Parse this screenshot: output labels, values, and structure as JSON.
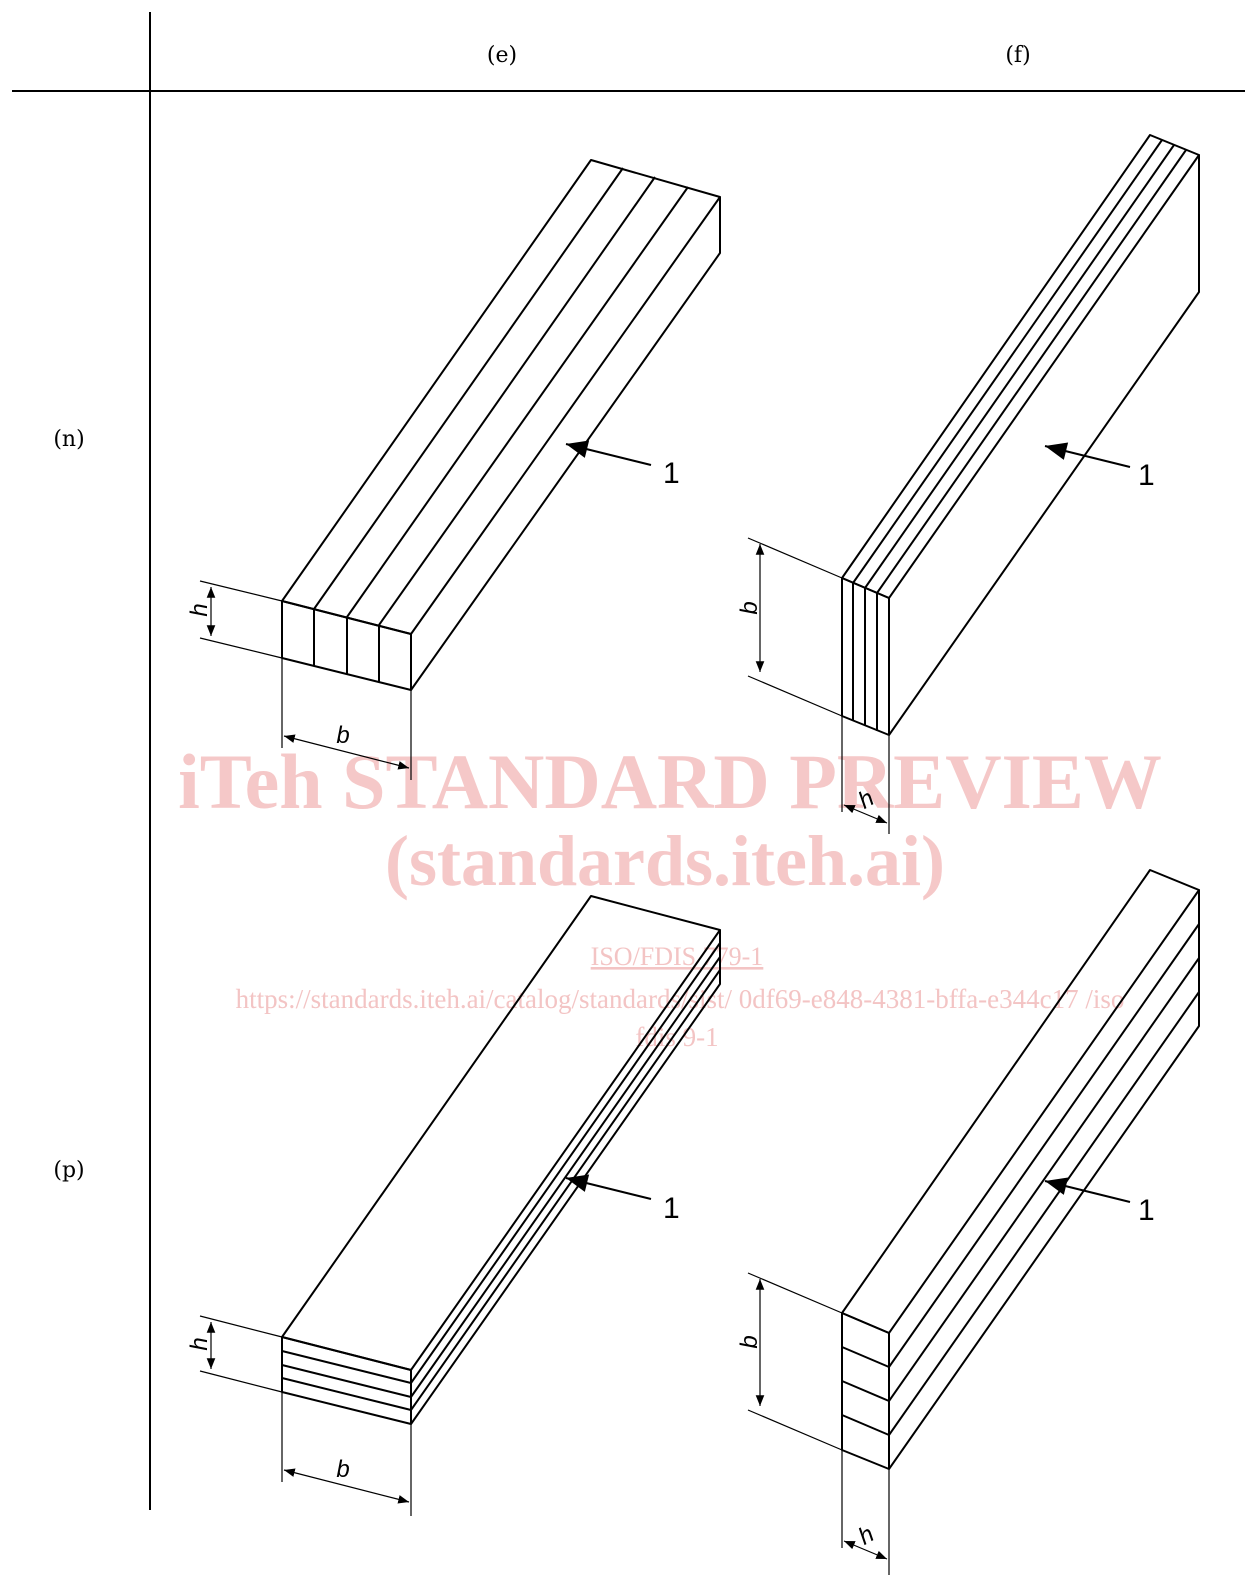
{
  "table": {
    "col_headers": [
      "(e)",
      "(f)"
    ],
    "row_headers": [
      "(n)",
      "(p)"
    ]
  },
  "labels": {
    "callout": "1",
    "width": "b",
    "height": "h"
  },
  "watermark": {
    "line1": "iTeh STANDARD PREVIEW",
    "line2": "(standards.iteh.ai)",
    "line3": "ISO/FDIS 779-1",
    "line4": "https://standards.iteh.ai/catalog/standards/sist/  0df69-e848-4381-bffa-e344c17  /iso",
    "line5": "fdis  9-1"
  },
  "colors": {
    "line": "#000000",
    "watermark": "#f5c8c8"
  }
}
